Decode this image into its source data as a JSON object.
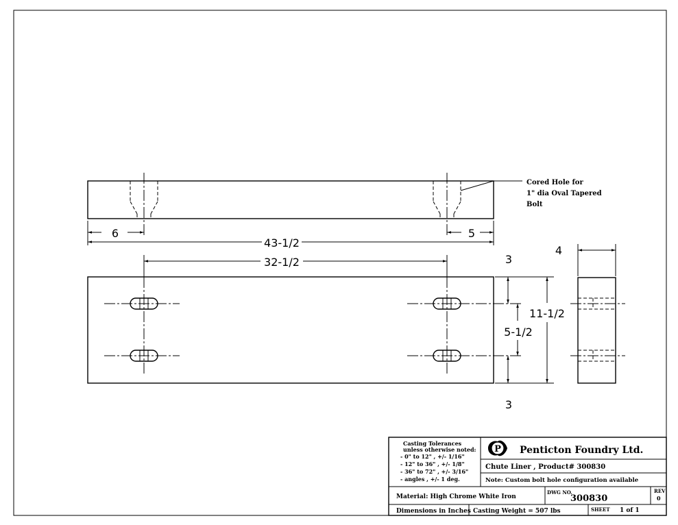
{
  "views": {
    "dimensions": {
      "left_offset": "6",
      "right_offset": "5",
      "overall_length": "43-1/2",
      "hole_spacing": "32-1/2",
      "top_edge": "3",
      "hole_vertical": "5-1/2",
      "bottom_edge": "3",
      "overall_width": "11-1/2",
      "thickness": "4"
    },
    "callout": {
      "line1": "Cored Hole for",
      "line2": "1\" dia Oval Tapered",
      "line3": "Bolt"
    }
  },
  "title_block": {
    "tolerances": {
      "heading1": "Casting Tolerances",
      "heading2": "unless otherwise noted:",
      "rows": [
        "-  0\" to 12\"  , +/- 1/16\"",
        "- 12\" to 36\"  , +/- 1/8\"",
        "- 36\" to 72\"  , +/- 3/16\"",
        "- angles        , +/- 1 deg."
      ]
    },
    "company": "Penticton Foundry Ltd.",
    "logo_letter": "P",
    "part_description": "Chute Liner , Product# 300830",
    "note": "Note: Custom bolt hole configuration available",
    "material": "Material: High Chrome White Iron",
    "dwg_label": "DWG NO.",
    "dwg_number": "300830",
    "rev_label": "REV",
    "rev_value": "0",
    "dimensions_units": "Dimensions in Inches",
    "casting_weight": "Casting Weight = 507 lbs",
    "sheet_label": "SHEET",
    "sheet_value": "1 of 1"
  }
}
